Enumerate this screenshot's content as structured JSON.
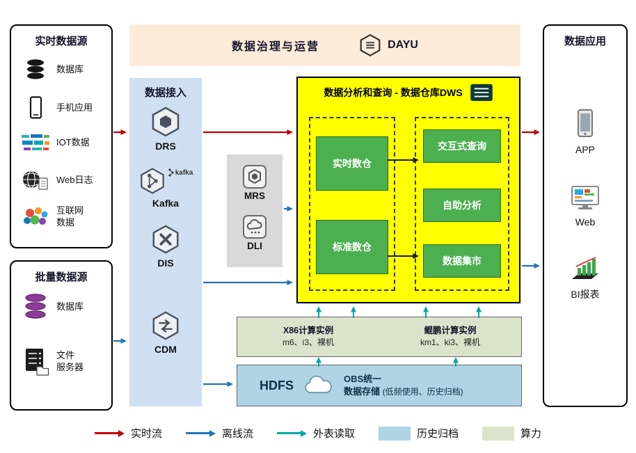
{
  "colors": {
    "realtime_flow": "#c00000",
    "offline_flow": "#2274b5",
    "external_read": "#00a99d",
    "history_archive": "#aed4e6",
    "compute_power": "#dce3cb",
    "dws_background": "#ffff00",
    "warehouse_green": "#4caf50",
    "ingestion_background": "#cfe0f2",
    "banner_background": "#fdecd9"
  },
  "banner": {
    "title": "数据治理与运营",
    "brand": "DAYU"
  },
  "realtime_sources": {
    "title": "实时数据源",
    "items": [
      {
        "label": "数据库",
        "icon": "database-icon"
      },
      {
        "label": "手机应用",
        "icon": "mobile-phone-icon"
      },
      {
        "label": "IOT数据",
        "icon": "iot-icon"
      },
      {
        "label": "Web日志",
        "icon": "web-log-icon"
      },
      {
        "label": "互联网\n数据",
        "icon": "internet-data-icon"
      }
    ]
  },
  "batch_sources": {
    "title": "批量数据源",
    "items": [
      {
        "label": "数据库",
        "icon": "purple-database-icon"
      },
      {
        "label": "文件\n服务器",
        "icon": "file-server-icon"
      }
    ]
  },
  "ingestion": {
    "title": "数据接入",
    "items": [
      {
        "label": "DRS"
      },
      {
        "label": "Kafka",
        "mark": "kafka"
      },
      {
        "label": "DIS"
      },
      {
        "label": "CDM"
      }
    ]
  },
  "staging": {
    "items": [
      {
        "label": "MRS"
      },
      {
        "label": "DLI"
      }
    ]
  },
  "dws": {
    "title": "数据分析和查询 - 数据仓库DWS",
    "warehouses": [
      {
        "label": "实时数仓"
      },
      {
        "label": "标准数仓"
      }
    ],
    "services": [
      {
        "label": "交互式查询"
      },
      {
        "label": "自助分析"
      },
      {
        "label": "数据集市"
      }
    ]
  },
  "compute": {
    "x86": {
      "title": "X86计算实例",
      "subtitle": "m6、i3、裸机"
    },
    "kunpeng": {
      "title": "鲲鹏计算实例",
      "subtitle": "km1、ki3、裸机"
    }
  },
  "storage": {
    "hdfs": "HDFS",
    "obs_line1": "OBS统一",
    "obs_line2": "数据存储",
    "note": "(低频使用、历史归档)"
  },
  "applications": {
    "title": "数据应用",
    "items": [
      {
        "label": "APP"
      },
      {
        "label": "Web"
      },
      {
        "label": "BI报表"
      }
    ]
  },
  "legend": {
    "items": [
      {
        "label": "实时流",
        "type": "arrow",
        "color": "#c00000"
      },
      {
        "label": "离线流",
        "type": "arrow",
        "color": "#2274b5"
      },
      {
        "label": "外表读取",
        "type": "arrow",
        "color": "#00a99d"
      },
      {
        "label": "历史归档",
        "type": "swatch",
        "color": "#aed4e6"
      },
      {
        "label": "算力",
        "type": "swatch",
        "color": "#dce3cb"
      }
    ]
  }
}
